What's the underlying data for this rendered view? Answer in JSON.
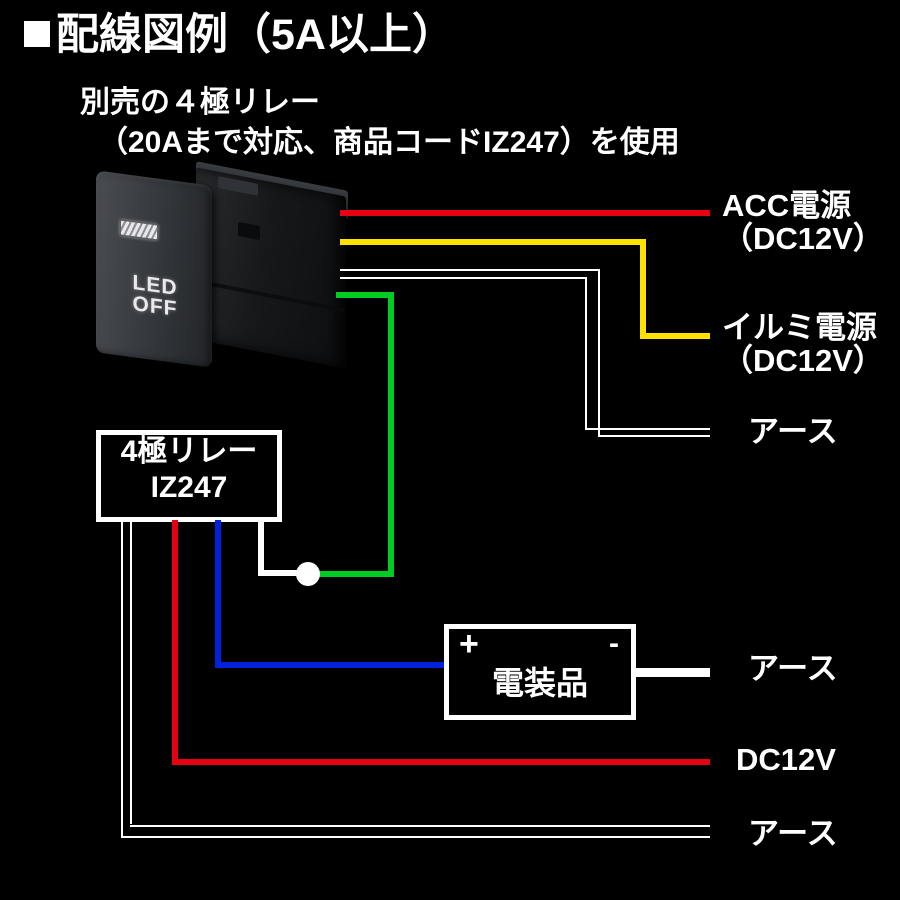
{
  "header": {
    "bullet": "■",
    "title": "配線図例（5A以上）",
    "subtitle_line1": "別売の４極リレー",
    "subtitle_line2": "（20Aまで対応、商品コードIZ247）を使用"
  },
  "switch": {
    "label_line1": "LED",
    "label_line2": "OFF",
    "indicator_name": "led-indicator-window"
  },
  "relay_box": {
    "line1": "4極リレー",
    "line2": "IZ247"
  },
  "device_box": {
    "plus": "+",
    "minus": "-",
    "title": "電装品"
  },
  "labels": {
    "acc_line1": "ACC電源",
    "acc_line2": "（DC12V）",
    "illumi_line1": "イルミ電源",
    "illumi_line2": "（DC12V）",
    "earth_top": "アース",
    "earth_device": "アース",
    "dc12v": "DC12V",
    "earth_bottom": "アース"
  },
  "colors": {
    "background": "#000000",
    "text": "#ffffff",
    "wire_acc_red": "#e60012",
    "wire_illumi_yellow": "#ffe100",
    "wire_ground_white": "#ffffff",
    "wire_relay_green": "#00cc22",
    "wire_power_red": "#e60012",
    "wire_device_blue": "#0022dd"
  },
  "wiring": {
    "notes": "4-pole relay example wiring for loads of 5A or more",
    "connections": [
      {
        "from": "switch",
        "wire": "red",
        "to": "ACC電源（DC12V）"
      },
      {
        "from": "switch",
        "wire": "yellow",
        "to": "イルミ電源（DC12V）"
      },
      {
        "from": "switch",
        "wire": "white",
        "to": "アース"
      },
      {
        "from": "switch",
        "wire": "green",
        "to": "4極リレー IZ247"
      },
      {
        "from": "4極リレー IZ247",
        "wire": "blue",
        "to": "電装品 +"
      },
      {
        "from": "電装品 -",
        "wire": "white",
        "to": "アース"
      },
      {
        "from": "4極リレー IZ247",
        "wire": "red",
        "to": "DC12V"
      },
      {
        "from": "4極リレー IZ247",
        "wire": "white",
        "to": "アース"
      }
    ]
  }
}
